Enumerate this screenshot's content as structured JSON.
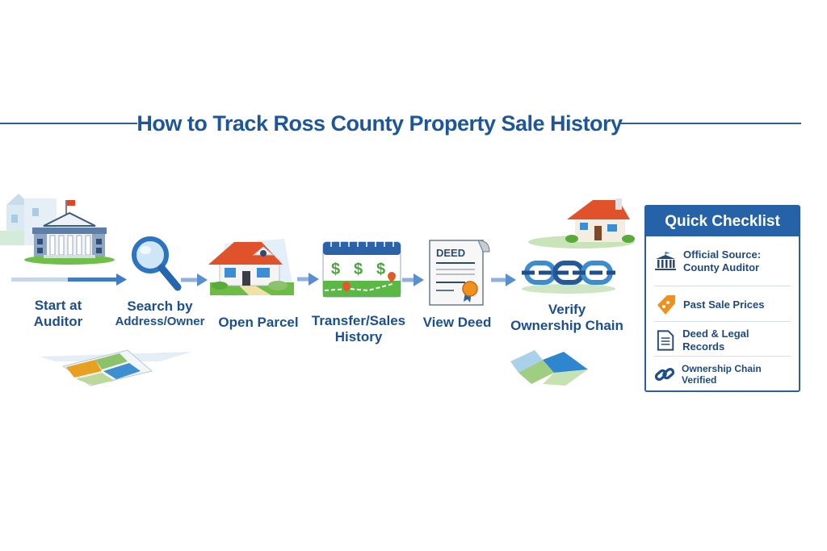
{
  "title": "How to Track Ross County Property Sale History",
  "steps": [
    {
      "label_line1": "Start at",
      "label_line2": "Auditor",
      "icon": "courthouse-icon"
    },
    {
      "label_line1": "Search by",
      "label_line2": "Address/Owner",
      "icon": "magnifier-icon"
    },
    {
      "label_line1": "Open Parcel",
      "label_line2": "",
      "icon": "house-icon"
    },
    {
      "label_line1": "Transfer/Sales",
      "label_line2": "History",
      "icon": "calendar-money-icon"
    },
    {
      "label_line1": "View Deed",
      "label_line2": "",
      "icon": "deed-document-icon"
    },
    {
      "label_line1": "Verify",
      "label_line2": "Ownership Chain",
      "icon": "chain-icon"
    }
  ],
  "deed_text": "DEED",
  "checklist": {
    "title": "Quick Checklist",
    "items": [
      {
        "line1": "Official Source:",
        "line2": "County Auditor",
        "icon": "courthouse-icon"
      },
      {
        "line1": "Past Sale Prices",
        "line2": "",
        "icon": "price-tag-icon"
      },
      {
        "line1": "Deed & Legal Records",
        "line2": "",
        "icon": "document-icon"
      },
      {
        "line1": "Ownership Chain Verified",
        "line2": "",
        "icon": "link-icon"
      }
    ]
  },
  "colors": {
    "primary": "#1f5796",
    "accent_blue": "#2662a8",
    "green": "#4caf3c",
    "roof": "#e0522a",
    "orange": "#f0901e"
  }
}
